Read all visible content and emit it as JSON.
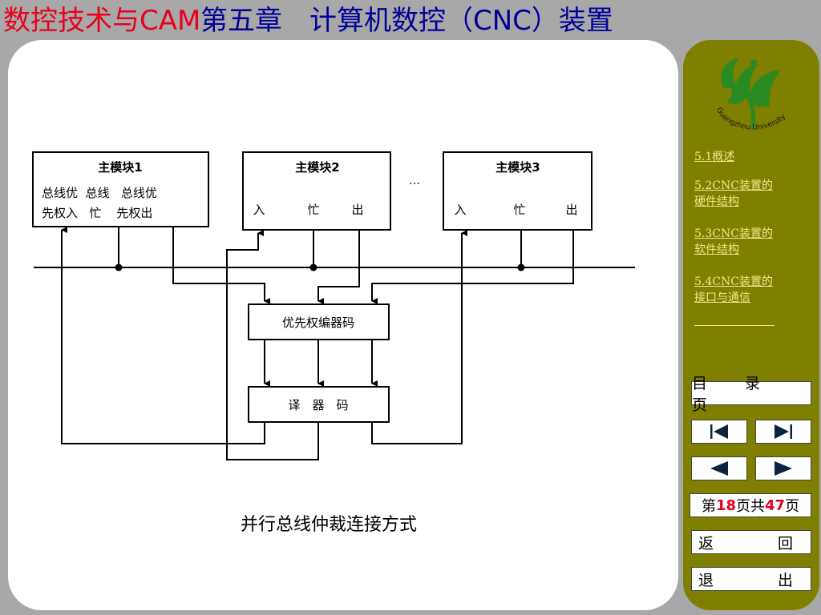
{
  "title": {
    "red": "数控技术与CAM",
    "blue": "第五章　计算机数控（CNC）装置"
  },
  "diagram": {
    "modules": [
      {
        "title": "主模块1",
        "line1": "总线优  总线   总线优",
        "line2": "先权入   忙    先权出"
      },
      {
        "title": "主模块2",
        "pins": [
          "入",
          "忙",
          "出"
        ]
      },
      {
        "title": "主模块3",
        "pins": [
          "入",
          "忙",
          "出"
        ]
      }
    ],
    "ellipsis": "…",
    "encoder": "优先权编器码",
    "decoder": "译　器　码",
    "caption": "并行总线仲裁连接方式"
  },
  "sidebar": {
    "nav": [
      {
        "line1": "5.1概述",
        "line2": ""
      },
      {
        "line1": "5.2CNC装置的",
        "line2": "硬件结构"
      },
      {
        "line1": "5.3CNC装置的",
        "line2": "软件结构"
      },
      {
        "line1": "5.4CNC装置的",
        "line2": "接口与通信"
      }
    ],
    "toc_label": "目　录　页",
    "page": {
      "prefix": "第",
      "current": "18",
      "middle": "页共",
      "total": "47",
      "suffix": "页"
    },
    "back_label": "返　　回",
    "exit_label": "退　　出",
    "logo_text": "Guangzhou University"
  }
}
